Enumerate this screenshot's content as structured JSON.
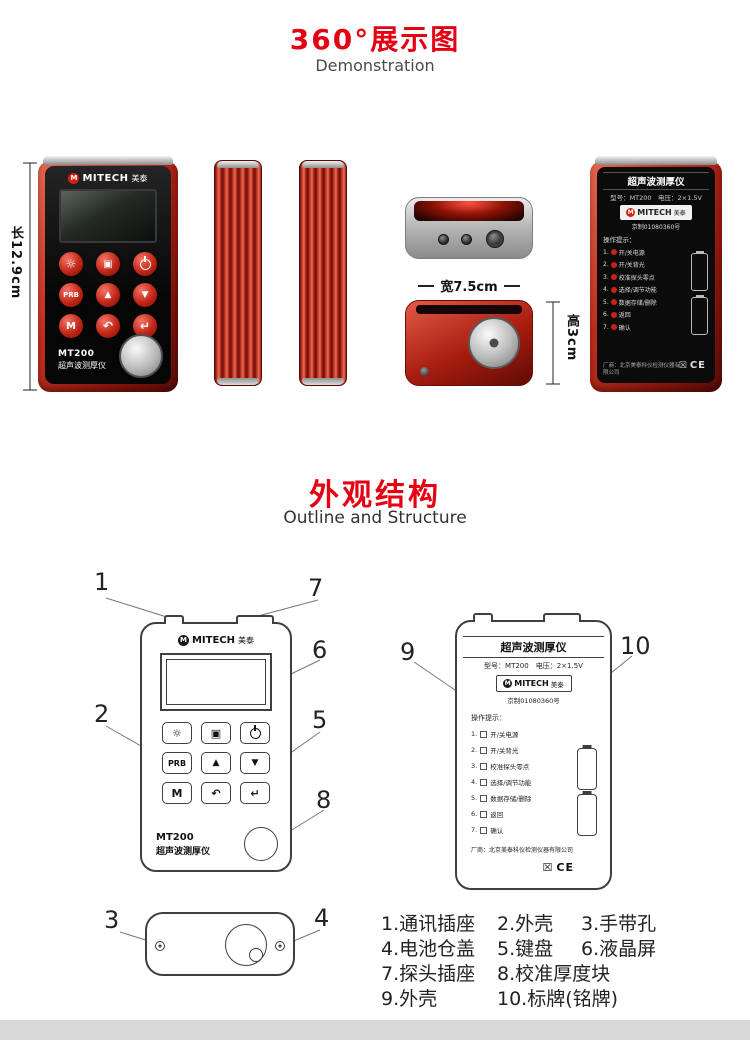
{
  "sections": {
    "demo": {
      "title": "360°展示图",
      "subtitle": "Demonstration"
    },
    "structure": {
      "title": "外观结构",
      "subtitle": "Outline and Structure"
    }
  },
  "dimensions": {
    "length": "长12.9cm",
    "width": "宽7.5cm",
    "height": "高3cm"
  },
  "brand": {
    "initial": "M",
    "name": "MITECH",
    "cn": "美泰"
  },
  "device": {
    "model": "MT200",
    "name": "超声波测厚仪"
  },
  "icons": {
    "backlight": "☼",
    "save": "▣",
    "probe": "PRB",
    "up": "▲",
    "down": "▼",
    "menu": "M",
    "back": "↶",
    "enter": "↵"
  },
  "back_label": {
    "title": "超声波测厚仪",
    "model_line": "型号：MT200　电压：2×1.5V",
    "license": "京制01080360号",
    "hints_title": "操作提示：",
    "hints": [
      {
        "n": "1.",
        "t": "开/关电源"
      },
      {
        "n": "2.",
        "t": "开/关背光"
      },
      {
        "n": "3.",
        "t": "校准探头零点"
      },
      {
        "n": "4.",
        "t": "选择/调节功能"
      },
      {
        "n": "5.",
        "t": "数据存储/删除"
      },
      {
        "n": "6.",
        "t": "返回"
      },
      {
        "n": "7.",
        "t": "确认"
      }
    ],
    "company": "厂商：北京美泰科仪检测仪器有限公司",
    "weee": "☒",
    "ce": "CE"
  },
  "callouts": {
    "n1": "1",
    "n2": "2",
    "n3": "3",
    "n4": "4",
    "n5": "5",
    "n6": "6",
    "n7": "7",
    "n8": "8",
    "n9": "9",
    "n10": "10"
  },
  "legend": {
    "rows": [
      [
        "1.通讯插座",
        "2.外壳",
        "3.手带孔"
      ],
      [
        "4.电池仓盖",
        "5.键盘",
        "6.液晶屏"
      ],
      [
        "7.探头插座",
        "8.校准厚度块"
      ],
      [
        "9.外壳",
        "10.标牌(铭牌)"
      ]
    ]
  },
  "colors": {
    "accent_red": "#e50012",
    "body_red": "#b5281c"
  }
}
